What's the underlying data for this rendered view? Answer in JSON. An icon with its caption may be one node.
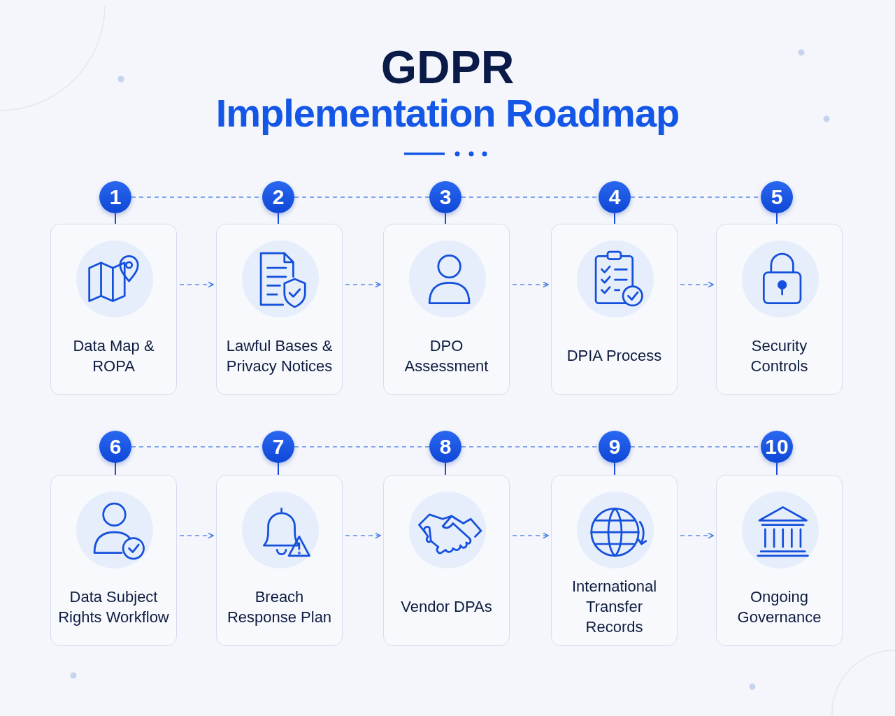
{
  "diagram": {
    "title": "GDPR",
    "nodes": [
      {
        "text": [
          "1"
        ]
      },
      {
        "text": [
          "2"
        ]
      },
      {
        "text": [
          "3"
        ]
      },
      {
        "text": [
          "4"
        ]
      },
      {
        "text": [
          "5"
        ]
      },
      {
        "text": [
          "Data Map & ROPA"
        ]
      },
      {
        "text": [
          "Lawful Bases & Privacy Notices"
        ]
      },
      {
        "text": [
          "DPO Assessment"
        ]
      },
      {
        "text": [
          "DPIA Process"
        ]
      },
      {
        "text": [
          "Security Controls"
        ]
      },
      {
        "text": [
          "6"
        ]
      },
      {
        "text": [
          "7"
        ]
      },
      {
        "text": [
          "8"
        ]
      },
      {
        "text": [
          "9"
        ]
      },
      {
        "text": [
          "10"
        ]
      },
      {
        "text": [
          "Data Subject Rights Workflow"
        ]
      },
      {
        "text": [
          "Breach Response Plan"
        ]
      },
      {
        "text": [
          "Vendor DPAs"
        ]
      },
      {
        "text": [
          "International Transfer Records"
        ]
      },
      {
        "text": [
          "Ongoing Governance"
        ]
      }
    ],
    "edges": [
      {
        "from": 0,
        "to": 1,
        "arrow": "none",
        "style": "dashed"
      },
      {
        "from": 1,
        "to": 2,
        "arrow": "none",
        "style": "dashed"
      },
      {
        "from": 2,
        "to": 3,
        "arrow": "none",
        "style": "dashed"
      },
      {
        "from": 3,
        "to": 4,
        "arrow": "none",
        "style": "dashed"
      },
      {
        "from": 0,
        "to": 5,
        "arrow": "none"
      },
      {
        "from": 1,
        "to": 6,
        "arrow": "none"
      },
      {
        "from": 2,
        "to": 7,
        "arrow": "none"
      },
      {
        "from": 3,
        "to": 8,
        "arrow": "none"
      },
      {
        "from": 4,
        "to": 9,
        "arrow": "none"
      },
      {
        "from": 5,
        "to": 6,
        "arrow": "to",
        "style": "dashed"
      },
      {
        "from": 6,
        "to": 7,
        "arrow": "to",
        "style": "dashed"
      },
      {
        "from": 7,
        "to": 8,
        "arrow": "to",
        "style": "dashed"
      },
      {
        "from": 8,
        "to": 9,
        "arrow": "to",
        "style": "dashed"
      },
      {
        "from": 10,
        "to": 11,
        "arrow": "none",
        "style": "dashed"
      },
      {
        "from": 11,
        "to": 12,
        "arrow": "none",
        "style": "dashed"
      },
      {
        "from": 12,
        "to": 13,
        "arrow": "none",
        "style": "dashed"
      },
      {
        "from": 13,
        "to": 14,
        "arrow": "none",
        "style": "dashed"
      },
      {
        "from": 10,
        "to": 15,
        "arrow": "none"
      },
      {
        "from": 11,
        "to": 16,
        "arrow": "none"
      },
      {
        "from": 12,
        "to": 17,
        "arrow": "none"
      },
      {
        "from": 13,
        "to": 18,
        "arrow": "none"
      },
      {
        "from": 14,
        "to": 19,
        "arrow": "none"
      },
      {
        "from": 15,
        "to": 16,
        "arrow": "to",
        "style": "dashed"
      },
      {
        "from": 16,
        "to": 17,
        "arrow": "to",
        "style": "dashed"
      },
      {
        "from": 17,
        "to": 18,
        "arrow": "to",
        "style": "dashed"
      },
      {
        "from": 18,
        "to": 19,
        "arrow": "to",
        "style": "dashed"
      }
    ],
    "labels": [
      "Implementation Roadmap"
    ]
  }
}
